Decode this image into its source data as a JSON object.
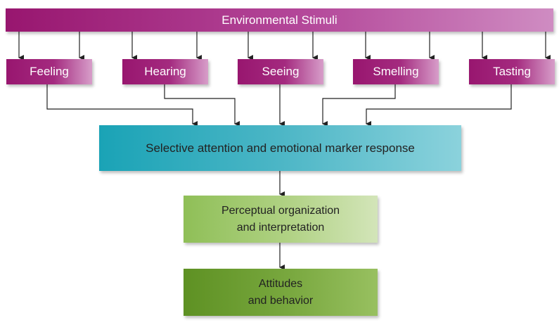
{
  "diagram": {
    "top": {
      "label": "Environmental Stimuli"
    },
    "senses": [
      {
        "label": "Feeling"
      },
      {
        "label": "Hearing"
      },
      {
        "label": "Seeing"
      },
      {
        "label": "Smelling"
      },
      {
        "label": "Tasting"
      }
    ],
    "selective": {
      "label": "Selective attention and emotional marker response"
    },
    "perceptual": {
      "line1": "Perceptual organization",
      "line2": "and interpretation"
    },
    "attitudes": {
      "line1": "Attitudes",
      "line2": "and behavior"
    }
  },
  "colors": {
    "stimuli": "#98166f",
    "selective": "#1aa3b6",
    "perceptual": "#a5cb74",
    "attitudes": "#5e9123",
    "arrow": "#222222"
  }
}
